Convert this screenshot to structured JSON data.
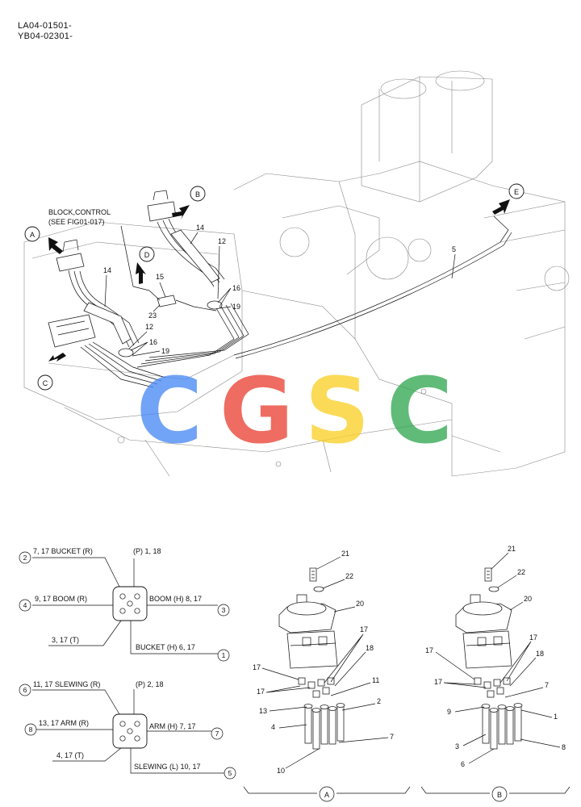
{
  "header": {
    "serial_line1": "LA04-01501-",
    "serial_line2": "YB04-02301-"
  },
  "overview": {
    "callout_a": "A",
    "callout_b": "B",
    "callout_c": "C",
    "callout_d": "D",
    "callout_e": "E",
    "block_control_line1": "BLOCK,CONTROL",
    "block_control_line2": "(SEE FIG01-017)",
    "part_14a": "14",
    "part_14b": "14",
    "part_12a": "12",
    "part_12b": "12",
    "part_5": "5",
    "part_15": "15",
    "part_16a": "16",
    "part_16b": "16",
    "part_19a": "19",
    "part_19b": "19",
    "part_23": "23"
  },
  "watermark": {
    "letters": [
      "C",
      "G",
      "S",
      "C"
    ],
    "colors": [
      "#4a8af4",
      "#ea4335",
      "#fbd028",
      "#34a853"
    ]
  },
  "port_diagram_a": {
    "p2_label": "7, 17 BUCKET (R)",
    "p2_num": "2",
    "p4_label": "9, 17 BOOM (R)",
    "p4_num": "4",
    "p_label": "(P) 1, 18",
    "boom_h_label": "BOOM (H) 8, 17",
    "boom_h_num": "3",
    "t_label": "3, 17 (T)",
    "bucket_h_label": "BUCKET (H) 6, 17",
    "bucket_h_num": "1"
  },
  "port_diagram_b": {
    "p6_label": "11, 17 SLEWING (R)",
    "p6_num": "6",
    "p8_label": "13, 17 ARM (R)",
    "p8_num": "8",
    "p_label": "(P) 2, 18",
    "arm_h_label": "ARM (H) 7, 17",
    "arm_h_num": "7",
    "t_label": "4, 17 (T)",
    "slewing_l_label": "SLEWING (L) 10, 17",
    "slewing_l_num": "5"
  },
  "exploded_a": {
    "n21": "21",
    "n22": "22",
    "n20": "20",
    "n17a": "17",
    "n18": "18",
    "n17b": "17",
    "n17c": "17",
    "n11": "11",
    "n2": "2",
    "n13": "13",
    "n4": "4",
    "n7": "7",
    "n10": "10",
    "caption": "A"
  },
  "exploded_b": {
    "n21": "21",
    "n22": "22",
    "n20": "20",
    "n17a": "17",
    "n17b": "17",
    "n18": "18",
    "n17c": "17",
    "n7": "7",
    "n9": "9",
    "n1": "1",
    "n3": "3",
    "n8": "8",
    "n6": "6",
    "caption": "B"
  }
}
